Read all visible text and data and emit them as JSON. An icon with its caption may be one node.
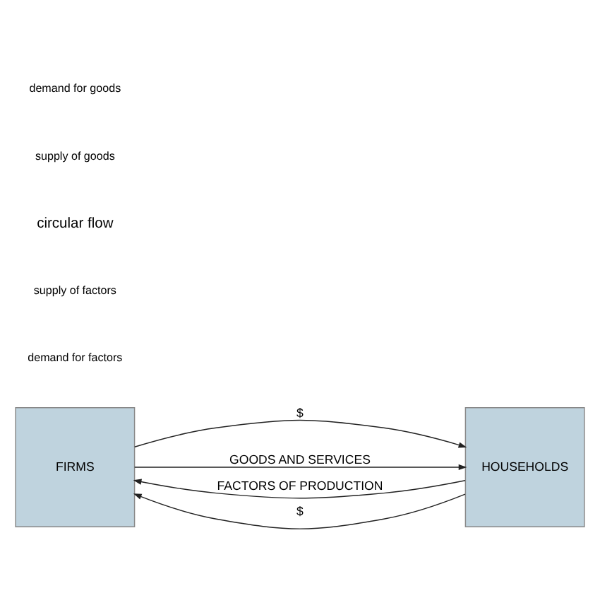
{
  "diagram": {
    "nodes": [
      {
        "text": [
          "FIRMS"
        ]
      },
      {
        "text": [
          "HOUSEHOLDS"
        ]
      }
    ],
    "edges": [
      {
        "from": 0,
        "to": 1,
        "arrow": "to",
        "label": "$"
      },
      {
        "from": 1,
        "to": 0,
        "arrow": "to",
        "label": "FACTORS OF PRODUCTION"
      },
      {
        "from": 1,
        "to": 0,
        "arrow": "to",
        "label": "$"
      },
      {
        "from": 0,
        "to": 1,
        "arrow": "to",
        "label": "GOODS AND SERVICES"
      }
    ],
    "labels": [
      "demand for factors",
      "supply of factors",
      "circular flow",
      "supply of goods",
      "demand for goods"
    ]
  }
}
